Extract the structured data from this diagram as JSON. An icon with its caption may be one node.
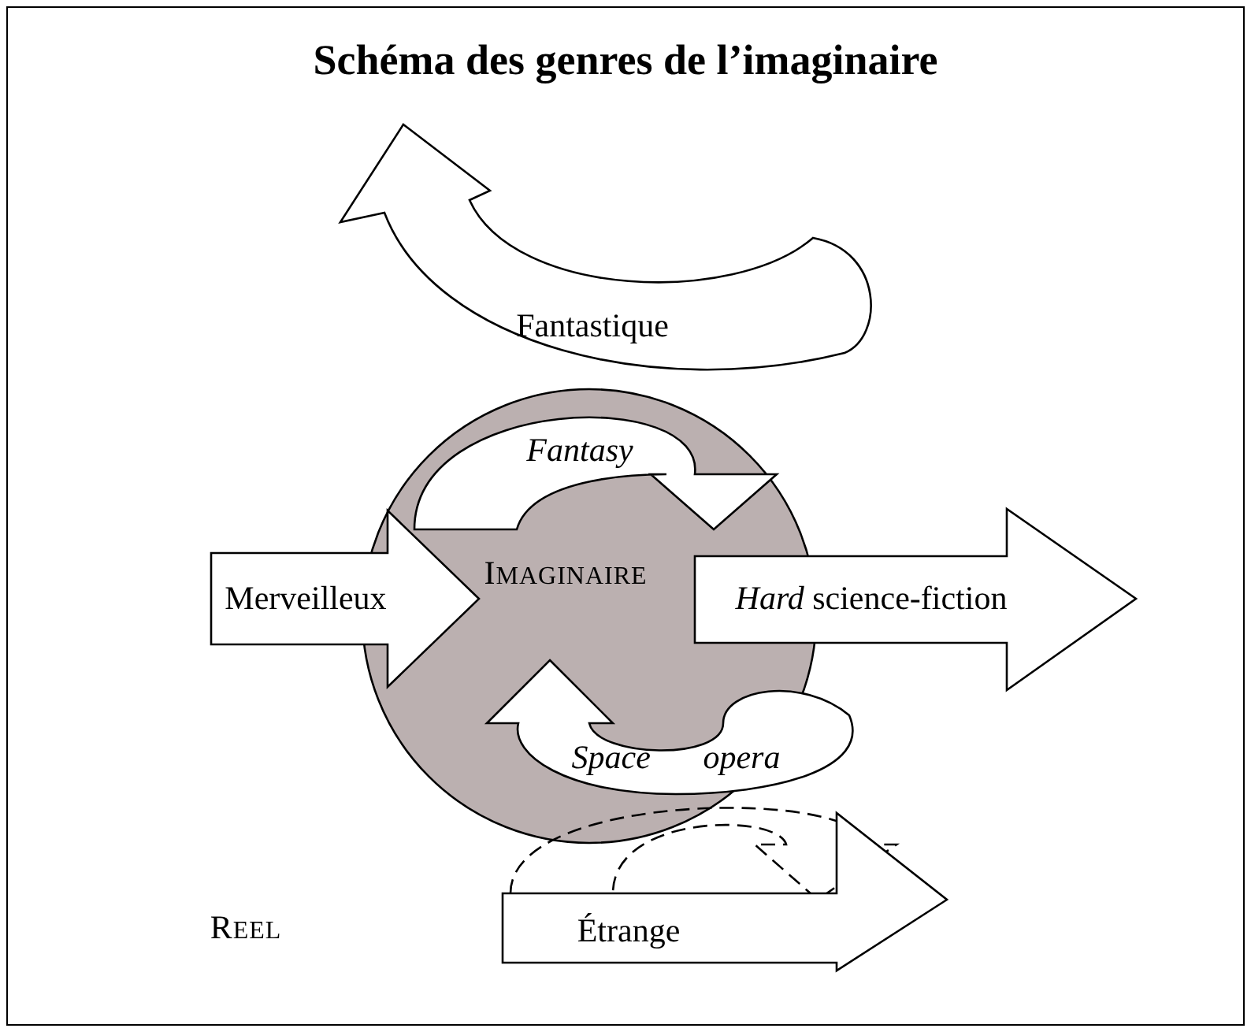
{
  "diagram": {
    "title": "Schéma des genres de l’imaginaire",
    "nodes": [
      {
        "text": [
          "Fantastique"
        ]
      },
      {
        "text": [
          "IMAGINAIRE"
        ]
      },
      {
        "text": [
          "Fantasy"
        ],
        "in": 1
      },
      {
        "text": [
          "Merveilleux"
        ]
      },
      {
        "text": [
          "*Hard* science-fiction"
        ]
      },
      {
        "text": [
          "Space opera"
        ],
        "in": 1
      },
      {
        "text": [
          "Étrange"
        ]
      }
    ],
    "edges": [],
    "labels": [
      "REEL"
    ]
  }
}
